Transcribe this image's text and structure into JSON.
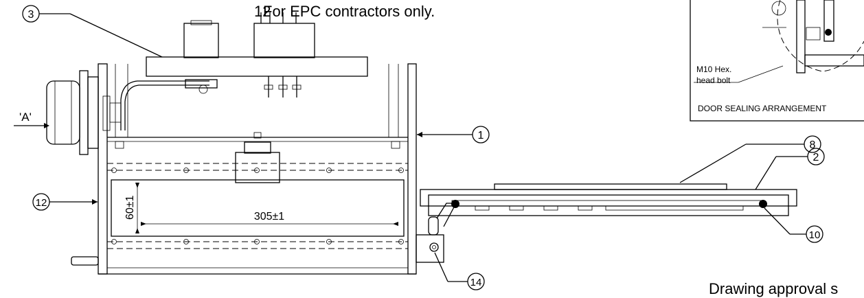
{
  "header_text": "For EPC contractors only.",
  "header_overlap_digits": "12",
  "footer_text": "Drawing approval s",
  "view_marker": "'A'",
  "dimensions": {
    "width": "305±1",
    "height": "60±1"
  },
  "detail": {
    "bolt_label_line1": "M10 Hex.",
    "bolt_label_line2": "head bolt",
    "caption": "DOOR SEALING ARRANGEMENT"
  },
  "balloons": [
    {
      "id": "3"
    },
    {
      "id": "1"
    },
    {
      "id": "12"
    },
    {
      "id": "14"
    },
    {
      "id": "8"
    },
    {
      "id": "2"
    },
    {
      "id": "10"
    }
  ]
}
